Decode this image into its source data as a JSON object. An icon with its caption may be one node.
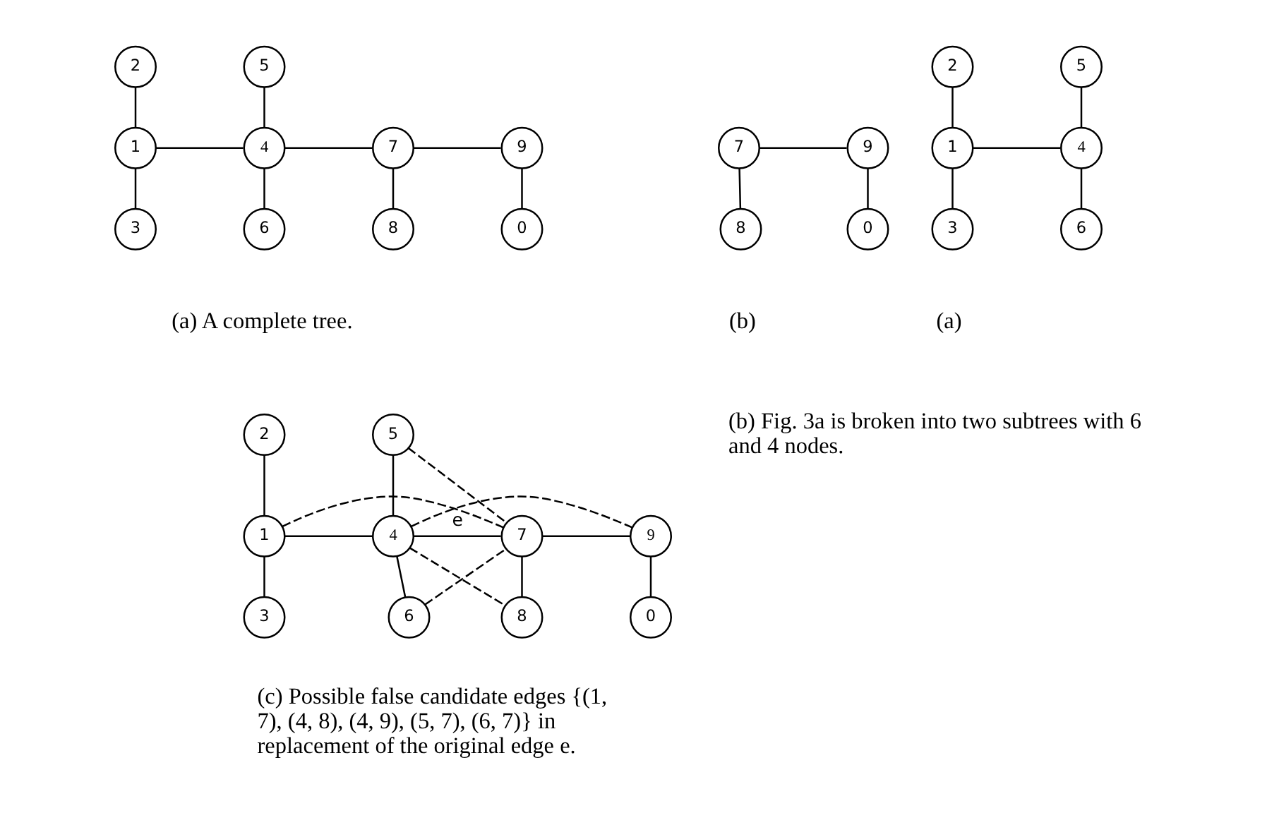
{
  "diagram": {
    "nodes": [
      {
        "text": [
          "2"
        ]
      },
      {
        "text": [
          "5"
        ]
      },
      {
        "text": [
          "1"
        ]
      },
      {
        "text": [
          "4"
        ]
      },
      {
        "text": [
          "7"
        ]
      },
      {
        "text": [
          "9"
        ]
      },
      {
        "text": [
          "3"
        ]
      },
      {
        "text": [
          "6"
        ]
      },
      {
        "text": [
          "8"
        ]
      },
      {
        "text": [
          "0"
        ]
      },
      {
        "text": [
          "2"
        ]
      },
      {
        "text": [
          "5"
        ]
      },
      {
        "text": [
          "1"
        ]
      },
      {
        "text": [
          "4"
        ]
      },
      {
        "text": [
          "7"
        ]
      },
      {
        "text": [
          "9"
        ]
      },
      {
        "text": [
          "3"
        ]
      },
      {
        "text": [
          "6"
        ]
      },
      {
        "text": [
          "8"
        ]
      },
      {
        "text": [
          "0"
        ]
      },
      {
        "text": [
          "2"
        ]
      },
      {
        "text": [
          "5"
        ]
      },
      {
        "text": [
          "1"
        ]
      },
      {
        "text": [
          "4"
        ]
      },
      {
        "text": [
          "7"
        ]
      },
      {
        "text": [
          "9"
        ]
      },
      {
        "text": [
          "3"
        ]
      },
      {
        "text": [
          "6"
        ]
      },
      {
        "text": [
          "8"
        ]
      },
      {
        "text": [
          "0"
        ]
      }
    ],
    "edges": [
      {
        "from": 0,
        "to": 2,
        "arrow": "none"
      },
      {
        "from": 2,
        "to": 6,
        "arrow": "none"
      },
      {
        "from": 2,
        "to": 3,
        "arrow": "none"
      },
      {
        "from": 1,
        "to": 3,
        "arrow": "none"
      },
      {
        "from": 3,
        "to": 7,
        "arrow": "none"
      },
      {
        "from": 3,
        "to": 4,
        "arrow": "none"
      },
      {
        "from": 4,
        "to": 5,
        "arrow": "none"
      },
      {
        "from": 4,
        "to": 8,
        "arrow": "none"
      },
      {
        "from": 5,
        "to": 9,
        "arrow": "none"
      },
      {
        "from": 10,
        "to": 12,
        "arrow": "none"
      },
      {
        "from": 12,
        "to": 16,
        "arrow": "none"
      },
      {
        "from": 12,
        "to": 13,
        "arrow": "none"
      },
      {
        "from": 11,
        "to": 13,
        "arrow": "none"
      },
      {
        "from": 13,
        "to": 17,
        "arrow": "none"
      },
      {
        "from": 14,
        "to": 15,
        "arrow": "none"
      },
      {
        "from": 14,
        "to": 18,
        "arrow": "none"
      },
      {
        "from": 15,
        "to": 19,
        "arrow": "none"
      },
      {
        "from": 20,
        "to": 22,
        "arrow": "none"
      },
      {
        "from": 22,
        "to": 26,
        "arrow": "none"
      },
      {
        "from": 22,
        "to": 23,
        "arrow": "none"
      },
      {
        "from": 21,
        "to": 23,
        "arrow": "none"
      },
      {
        "from": 23,
        "to": 27,
        "arrow": "none"
      },
      {
        "from": 23,
        "to": 24,
        "arrow": "none",
        "label": "e"
      },
      {
        "from": 24,
        "to": 25,
        "arrow": "none"
      },
      {
        "from": 24,
        "to": 28,
        "arrow": "none"
      },
      {
        "from": 25,
        "to": 29,
        "arrow": "none"
      },
      {
        "from": 22,
        "to": 24,
        "arrow": "none",
        "style": "dashed"
      },
      {
        "from": 21,
        "to": 24,
        "arrow": "none",
        "style": "dashed"
      },
      {
        "from": 23,
        "to": 28,
        "arrow": "none",
        "style": "dashed"
      },
      {
        "from": 27,
        "to": 24,
        "arrow": "none",
        "style": "dashed"
      },
      {
        "from": 23,
        "to": 25,
        "arrow": "none",
        "style": "dashed"
      }
    ],
    "labels": [
      "(a)",
      "(b)",
      "(a) A complete tree.",
      "(b) Fig. 3a is broken into two subtrees with 6 and 4 nodes.",
      "(c) Possible false candidate edges {(1, 7), (4, 8), (4, 9), (5, 7), (6, 7)} in replacement of the original edge e."
    ]
  }
}
